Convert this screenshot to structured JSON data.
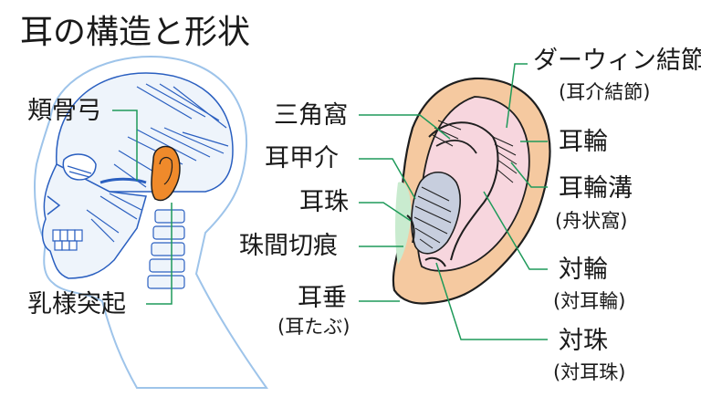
{
  "title": "耳の構造と形状",
  "labels": {
    "zygomatic_arch": "頬骨弓",
    "mastoid_process": "乳様突起",
    "triangular_fossa": "三角窩",
    "concha": "耳甲介",
    "tragus": "耳珠",
    "intertragic_notch": "珠間切痕",
    "earlobe": "耳垂",
    "earlobe_sub": "(耳たぶ)",
    "darwin_tubercle": "ダーウィン結節",
    "darwin_tubercle_sub": "(耳介結節)",
    "helix": "耳輪",
    "scapha": "耳輪溝",
    "scapha_sub": "(舟状窩)",
    "antihelix": "対輪",
    "antihelix_sub": "(対耳輪)",
    "antitragus": "対珠",
    "antitragus_sub": "(対耳珠)"
  },
  "colors": {
    "ear_skin": "#f5c9a0",
    "ear_outline": "#1e1e1e",
    "ear_inner_pink": "#f7d6de",
    "leader_line": "#1f9a5a",
    "skull_hatch": "#2a5fc0",
    "skull_ear": "#ef8a2b"
  }
}
